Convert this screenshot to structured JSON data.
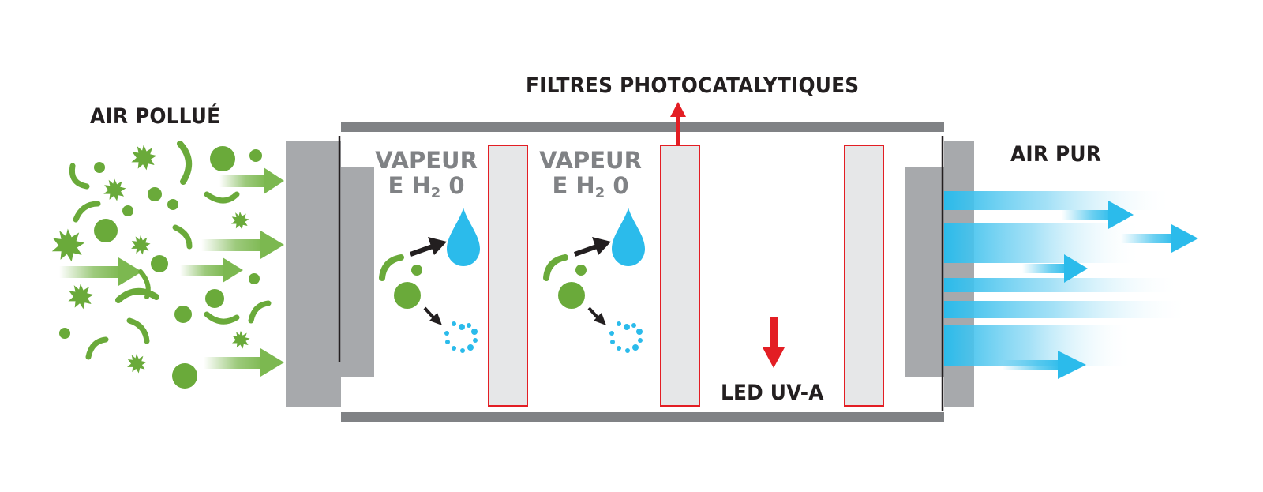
{
  "labels": {
    "air_pollue": "AIR POLLUÉ",
    "filtres": "FILTRES PHOTOCATALYTIQUES",
    "air_pur": "AIR PUR",
    "led": "LED UV-A",
    "vapeur_1": "VAPEUR",
    "formula_1_prefix": "E H",
    "formula_1_sub": "2",
    "formula_1_suffix": " 0",
    "vapeur_2": "VAPEUR",
    "formula_2_prefix": "E H",
    "formula_2_sub": "2",
    "formula_2_suffix": " 0"
  },
  "colors": {
    "pollutant_green": "#6aaa3a",
    "arrow_green": "#7cb850",
    "housing_grey": "#a7a9ac",
    "rail_grey": "#808285",
    "filter_fill": "#e6e7e8",
    "filter_border": "#e31e24",
    "red_arrow": "#e31e24",
    "water_blue": "#2bbbeb",
    "black_arrow": "#231f20",
    "text_dark": "#231f20",
    "text_grey": "#808285"
  },
  "icons": {
    "pollutant": "pollutant-particle-icon",
    "water": "water-drop-icon",
    "vapor": "vapor-ring-icon"
  }
}
